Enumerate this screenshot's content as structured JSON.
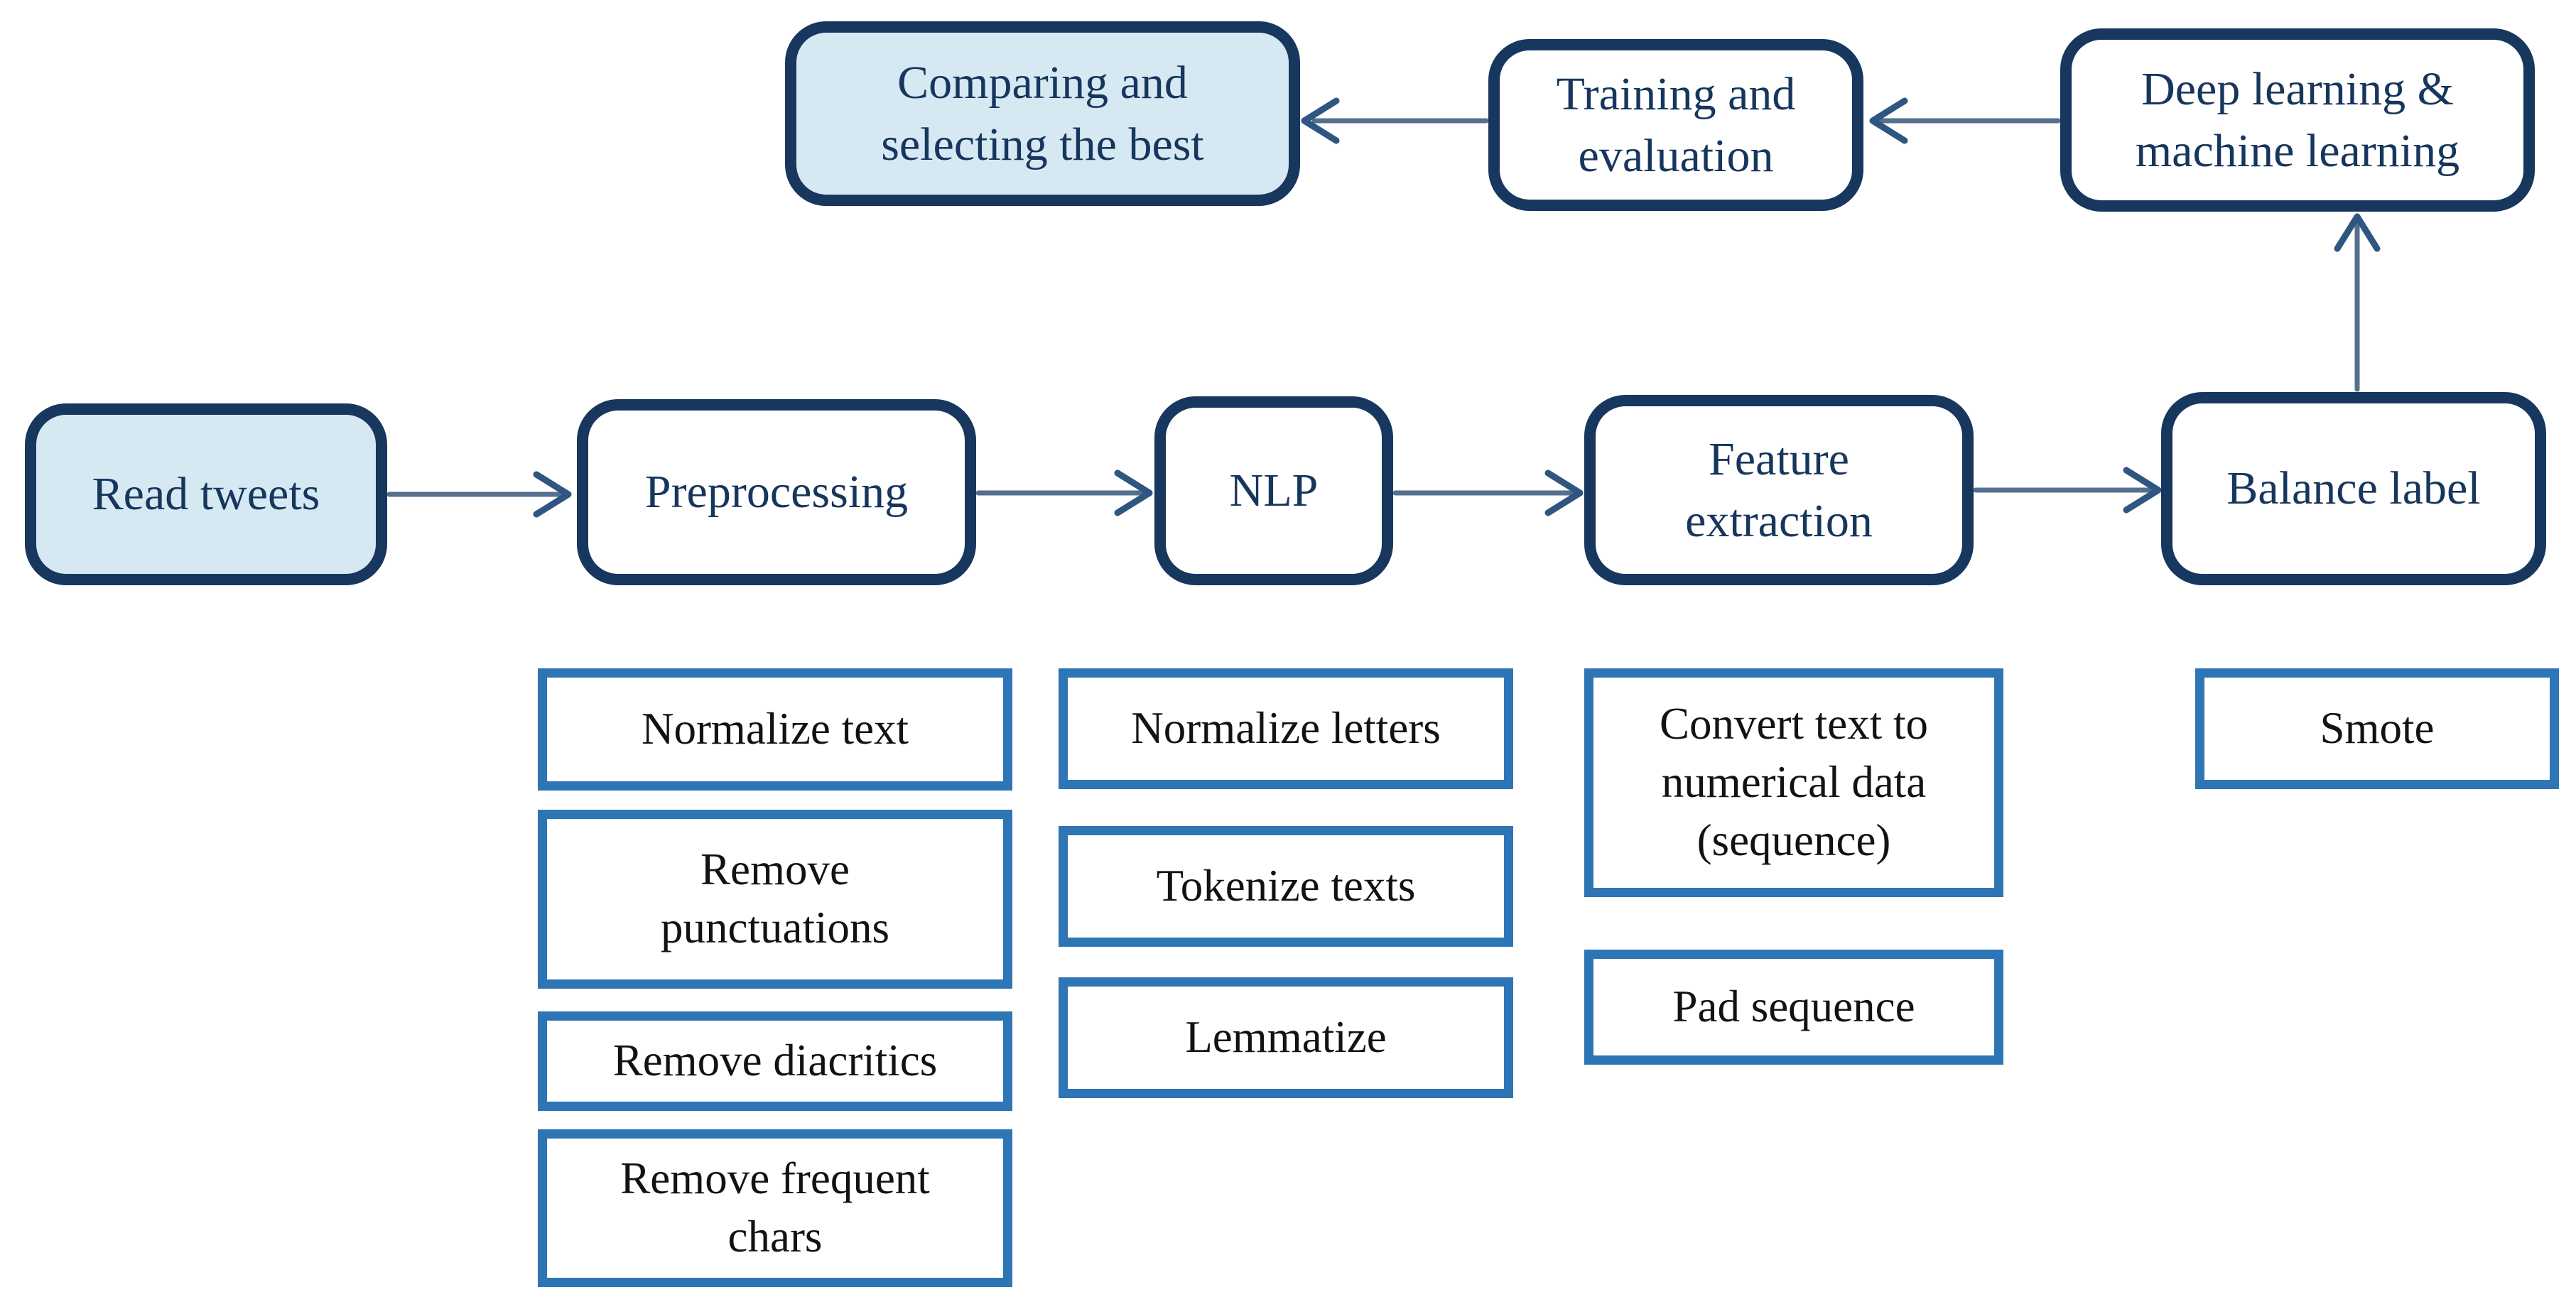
{
  "colors": {
    "background": "#ffffff",
    "node_border": "#17375e",
    "node_fill": "#ffffff",
    "node_fill_highlight": "#d6e9f3",
    "node_text": "#17365d",
    "step_border": "#2e75b6",
    "step_text": "#121212",
    "arrow_line": "#54708e",
    "arrow_head": "#2e5681"
  },
  "flow_main": {
    "read_tweets": "Read tweets",
    "preprocessing": "Preprocessing",
    "nlp": "NLP",
    "feature_extraction": "Feature extraction",
    "balance_label": "Balance label"
  },
  "flow_top": {
    "deep_machine_learning": "Deep learning & machine learning",
    "training_evaluation": "Training and evaluation",
    "comparing_selecting": "Comparing and selecting the best"
  },
  "steps": {
    "preprocessing": [
      "Normalize text",
      "Remove punctuations",
      "Remove diacritics",
      "Remove frequent chars"
    ],
    "nlp": [
      "Normalize letters",
      "Tokenize texts",
      "Lemmatize"
    ],
    "feature_extraction": [
      "Convert text to numerical data (sequence)",
      "Pad sequence"
    ],
    "balance_label": [
      "Smote"
    ]
  },
  "connections": [
    {
      "from": "Read tweets",
      "to": "Preprocessing"
    },
    {
      "from": "Preprocessing",
      "to": "NLP"
    },
    {
      "from": "NLP",
      "to": "Feature extraction"
    },
    {
      "from": "Feature extraction",
      "to": "Balance label"
    },
    {
      "from": "Balance label",
      "to": "Deep learning & machine learning"
    },
    {
      "from": "Deep learning & machine learning",
      "to": "Training and evaluation"
    },
    {
      "from": "Training and evaluation",
      "to": "Comparing and selecting the best"
    }
  ]
}
